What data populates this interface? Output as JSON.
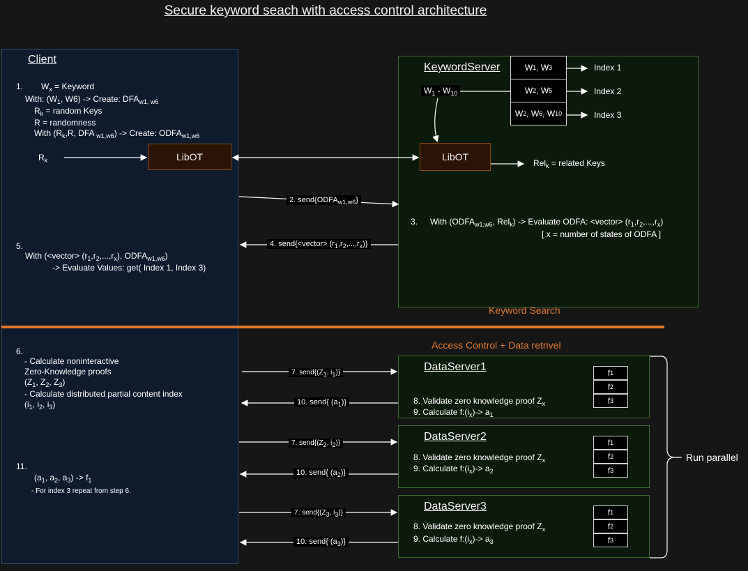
{
  "title": "Secure keyword seach with access control architecture",
  "client": {
    "heading": "Client",
    "step1": {
      "num": "1.",
      "w": "W",
      "w_sub": "x",
      "w_rest": " = Keyword",
      "with_a": "With: (W",
      "with_a_sub": "1",
      "with_a_rest": ", W6) -> Create: DFA",
      "with_a_sub2": "w1, w6",
      "rk": "R",
      "rk_sub": "k",
      "rk_rest": " = random Keys",
      "r": "R = randomness",
      "with_b": "With (R",
      "with_b_sub": "k",
      "with_b_mid": ",R, DFA ",
      "with_b_sub2": "w1,w6",
      "with_b_mid2": ") -> Create: ODFA",
      "with_b_sub3": "w1,w6"
    },
    "rk_input": "R",
    "rk_input_sub": "k",
    "libot": "LibOT",
    "step5": {
      "num": "5.",
      "line1_a": "With (<vector> (r",
      "line1_s1": "1",
      "line1_b": ",r",
      "line1_s2": "2",
      "line1_c": ",...,r",
      "line1_s3": "x",
      "line1_d": "), ODFA",
      "line1_s4": "w1,w6",
      "line1_e": ")",
      "line2": "-> Evaluate Values: get( Index 1, Index 3)"
    },
    "step6": {
      "num": "6.",
      "line1": "- Calculate noninteractive",
      "line2": "Zero-Knowledge proofs",
      "line3_a": "(Z",
      "line3_s1": "1",
      "line3_b": ", Z",
      "line3_s2": "2",
      "line3_c": ", Z",
      "line3_s3": "3",
      "line3_d": ")",
      "line4": "- Calculate distributed partial content index",
      "line5_a": "(i",
      "line5_s1": "1",
      "line5_b": ", i",
      "line5_s2": "2",
      "line5_c": ", i",
      "line5_s3": "3",
      "line5_d": ")"
    },
    "step11": {
      "num": "11.",
      "line1_a": "(a",
      "line1_s1": "1",
      "line1_b": ", a",
      "line1_s2": "2",
      "line1_c": ", a",
      "line1_s3": "3",
      "line1_d": ") -> f",
      "line1_s4": "1",
      "line2": "- For index 3 repeat from step 6."
    }
  },
  "keyword_server": {
    "heading": "KeywordServer",
    "range": "W",
    "range_s1": "1",
    "range_mid": " - W",
    "range_s2": "10",
    "table": [
      {
        "a": "W",
        "as": "1",
        "b": ", W",
        "bs": "3",
        "c": "",
        "cs": "",
        "index": "Index 1"
      },
      {
        "a": "W",
        "as": "2",
        "b": ", W",
        "bs": "5",
        "c": "",
        "cs": "",
        "index": "Index 2"
      },
      {
        "a": "W",
        "as": "2",
        "b": ", W",
        "bs": "6",
        "c": ", W",
        "cs": "10",
        "index": "Index 3"
      }
    ],
    "libot": "LibOT",
    "rel": "Rel",
    "rel_sub": "k",
    "rel_rest": " = related Keys",
    "step3": {
      "num": "3.",
      "a": "With (ODFA",
      "s1": "w1,w6",
      "b": ", Rel",
      "s2": "k",
      "c": ") -> Evaluate ODFA: <vector> (r",
      "s3": "1",
      "d": ",r",
      "s4": "2",
      "e": ",...,r",
      "s5": "x",
      "f": ")",
      "line2": "[ x = number of states of ODFA ]"
    },
    "footer": "Keyword Search"
  },
  "messages": {
    "m2_a": "2. send{ODFA",
    "m2_s": "w1,w6",
    "m2_b": "}",
    "m4_a": "4. send{<vector> (r",
    "m4_s1": "1",
    "m4_b": ",r",
    "m4_s2": "2",
    "m4_c": ",...,r",
    "m4_s3": "x",
    "m4_d": ")}"
  },
  "access_control_label": "Access Control + Data retrivel",
  "data_servers": [
    {
      "heading": "DataServer1",
      "v_a": "8. Validate zero knowledge proof Z",
      "v_s": "x",
      "c_a": "9. Calculate f:(i",
      "c_s": "x",
      "c_b": ")-> a",
      "c_s2": "1",
      "files": [
        {
          "a": "f",
          "s": "1"
        },
        {
          "a": "f",
          "s": "2"
        },
        {
          "a": "f",
          "s": "3"
        }
      ],
      "send_a": "7. send{(Z",
      "send_s1": "1",
      "send_b": ", i",
      "send_s2": "1",
      "send_c": ")}",
      "recv_a": "10. send{ (a",
      "recv_s": "1",
      "recv_b": ")}"
    },
    {
      "heading": "DataServer2",
      "v_a": "8. Validate zero knowledge proof Z",
      "v_s": "x",
      "c_a": "9. Calculate f:(i",
      "c_s": "x",
      "c_b": ")-> a",
      "c_s2": "2",
      "files": [
        {
          "a": "f",
          "s": "1"
        },
        {
          "a": "f",
          "s": "2"
        },
        {
          "a": "f",
          "s": "3"
        }
      ],
      "send_a": "7. send{(Z",
      "send_s1": "2",
      "send_b": ", i",
      "send_s2": "2",
      "send_c": ")}",
      "recv_a": "10. send{ (a",
      "recv_s": "2",
      "recv_b": ")}"
    },
    {
      "heading": "DataServer3",
      "v_a": "8. Validate zero knowledge proof Z",
      "v_s": "x",
      "c_a": "9. Calculate f:(i",
      "c_s": "x",
      "c_b": ")-> a",
      "c_s2": "3",
      "files": [
        {
          "a": "f",
          "s": "1"
        },
        {
          "a": "f",
          "s": "2"
        },
        {
          "a": "f",
          "s": "3"
        }
      ],
      "send_a": "7. send{(Z",
      "send_s1": "3",
      "send_b": ", i",
      "send_s2": "3",
      "send_c": ")}",
      "recv_a": "10. send{ (a",
      "recv_s": "3",
      "recv_b": ")}"
    }
  ],
  "run_parallel": "Run parallel",
  "colors": {
    "separator": "#e0782a",
    "client_bg": "#0d1b2d",
    "server_bg": "#0c1a0c",
    "libot_bg": "#2b1305"
  }
}
